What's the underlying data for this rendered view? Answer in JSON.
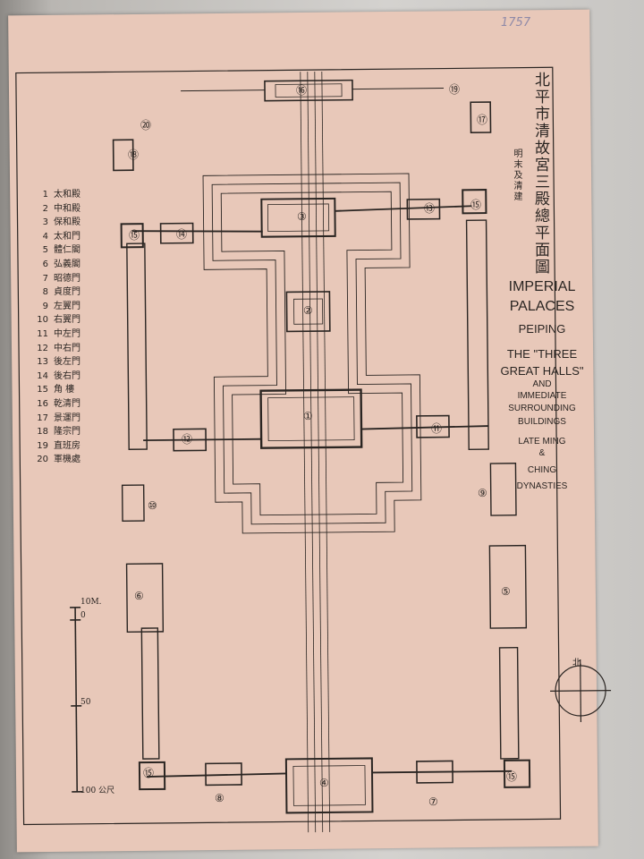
{
  "corner_note": "1757",
  "title_cn": "北平市清故宮三殿總平面圖",
  "subtitle_cn": "明末及清建",
  "title_en": [
    "IMPERIAL",
    "PALACES",
    "PEIPING",
    "THE \"THREE",
    "GREAT HALLS\"",
    "AND",
    "IMMEDIATE",
    "SURROUNDING",
    "BUILDINGS",
    "LATE MING",
    "&",
    "CHING",
    "DYNASTIES"
  ],
  "legend": [
    {
      "num": "1",
      "name": "太和殿"
    },
    {
      "num": "2",
      "name": "中和殿"
    },
    {
      "num": "3",
      "name": "保和殿"
    },
    {
      "num": "4",
      "name": "太和門"
    },
    {
      "num": "5",
      "name": "體仁閣"
    },
    {
      "num": "6",
      "name": "弘義閣"
    },
    {
      "num": "7",
      "name": "昭德門"
    },
    {
      "num": "8",
      "name": "貞度門"
    },
    {
      "num": "9",
      "name": "左翼門"
    },
    {
      "num": "10",
      "name": "右翼門"
    },
    {
      "num": "11",
      "name": "中左門"
    },
    {
      "num": "12",
      "name": "中右門"
    },
    {
      "num": "13",
      "name": "後左門"
    },
    {
      "num": "14",
      "name": "後右門"
    },
    {
      "num": "15",
      "name": "角 樓"
    },
    {
      "num": "16",
      "name": "乾清門"
    },
    {
      "num": "17",
      "name": "景運門"
    },
    {
      "num": "18",
      "name": "隆宗門"
    },
    {
      "num": "19",
      "name": "直班房"
    },
    {
      "num": "20",
      "name": "軍機處"
    }
  ],
  "scale": {
    "top": "10M.",
    "zero": "0",
    "fifty": "50",
    "bottom": "100 公尺"
  },
  "north_label": "北",
  "building_markers": [
    {
      "id": "1",
      "label": "①"
    },
    {
      "id": "2",
      "label": "②"
    },
    {
      "id": "3",
      "label": "③"
    },
    {
      "id": "4",
      "label": "④"
    },
    {
      "id": "5",
      "label": "⑤"
    },
    {
      "id": "6",
      "label": "⑥"
    },
    {
      "id": "7",
      "label": "⑦"
    },
    {
      "id": "8",
      "label": "⑧"
    },
    {
      "id": "9",
      "label": "⑨"
    },
    {
      "id": "10",
      "label": "⑩"
    },
    {
      "id": "11",
      "label": "⑪"
    },
    {
      "id": "12",
      "label": "⑫"
    },
    {
      "id": "13",
      "label": "⑬"
    },
    {
      "id": "14",
      "label": "⑭"
    },
    {
      "id": "15a",
      "label": "⑮"
    },
    {
      "id": "15b",
      "label": "⑮"
    },
    {
      "id": "15c",
      "label": "⑮"
    },
    {
      "id": "15d",
      "label": "⑮"
    },
    {
      "id": "16",
      "label": "⑯"
    },
    {
      "id": "17",
      "label": "⑰"
    },
    {
      "id": "18",
      "label": "⑱"
    },
    {
      "id": "19",
      "label": "⑲"
    },
    {
      "id": "20",
      "label": "⑳"
    }
  ],
  "colors": {
    "paper": "#e8c8b9",
    "ink": "#2a2522",
    "pencil": "#8f8aa8"
  }
}
